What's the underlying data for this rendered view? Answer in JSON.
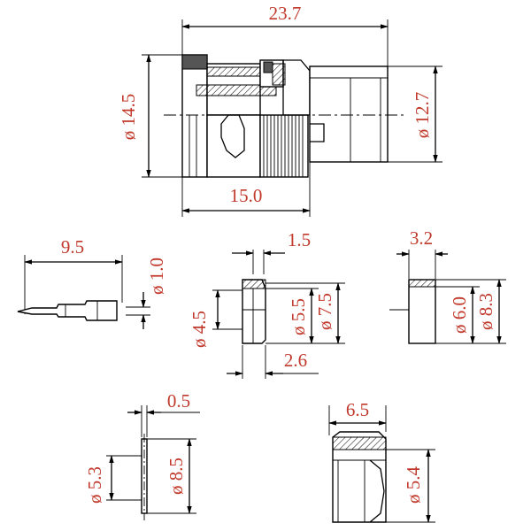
{
  "colors": {
    "dimension_text": "#c0392b",
    "lines": "#000000",
    "background": "#ffffff"
  },
  "connector": {
    "length": "23.7",
    "diameter_body": "ø 14.5",
    "diameter_front": "ø 12.7",
    "body_length": "15.0"
  },
  "pin": {
    "length": "9.5",
    "diameter": "ø 1.0"
  },
  "ferrule": {
    "thickness": "1.5",
    "bore_length": "2.6",
    "diameter_inner_a": "ø 4.5",
    "diameter_inner_b": "ø 5.5",
    "diameter_outer": "ø 7.5"
  },
  "sleeve": {
    "length": "3.2",
    "diameter_inner": "ø 6.0",
    "diameter_outer": "ø 8.3"
  },
  "washer": {
    "thickness": "0.5",
    "diameter_inner": "ø 5.3",
    "diameter_outer": "ø 8.5"
  },
  "nut": {
    "length": "6.5",
    "diameter_inner": "ø 5.4"
  }
}
